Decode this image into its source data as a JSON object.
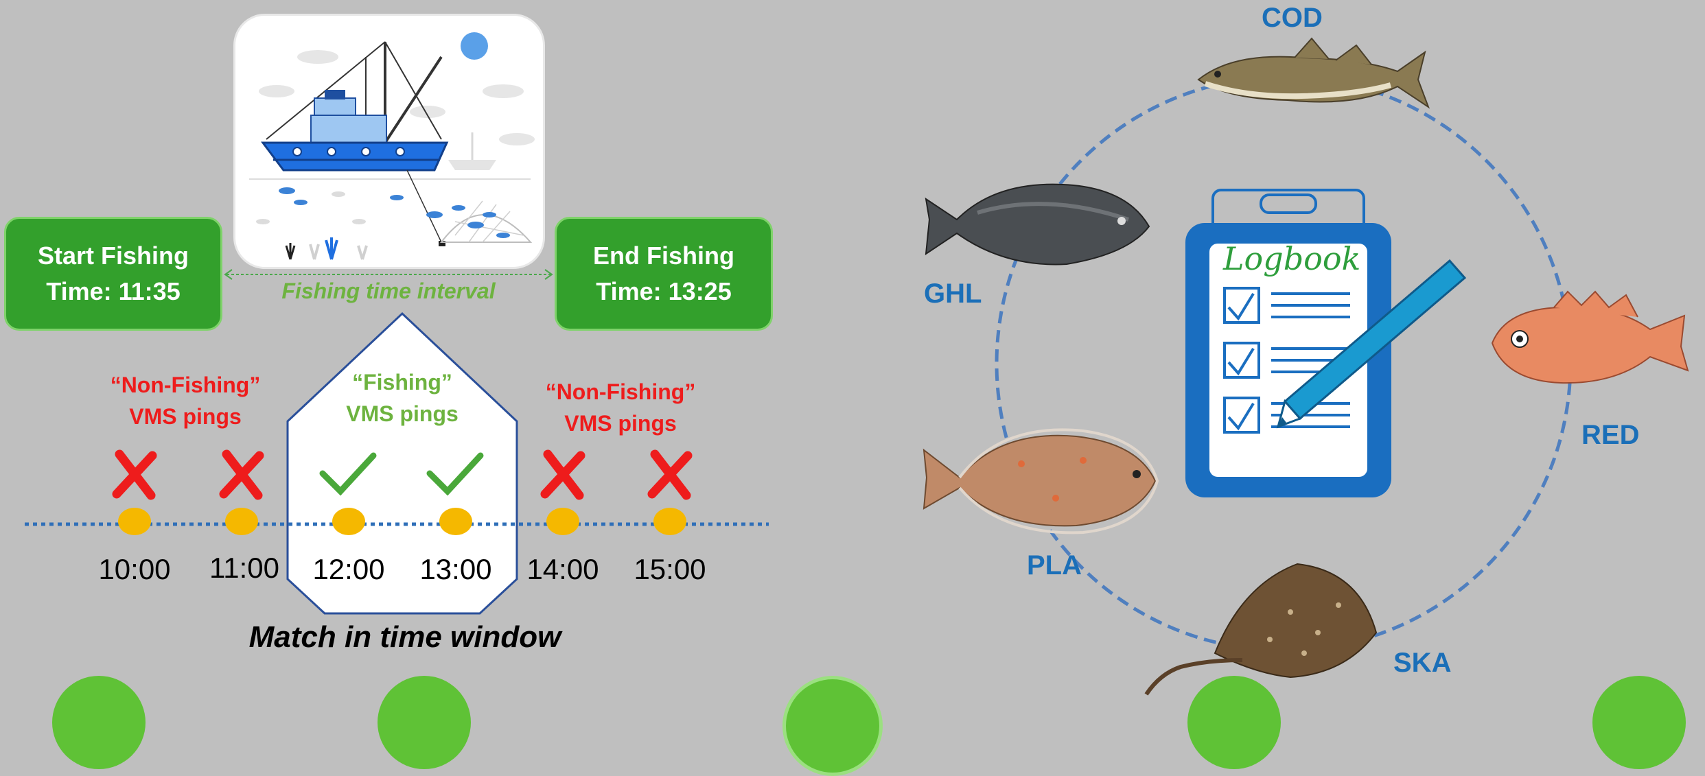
{
  "left_panel": {
    "start_box": {
      "line1": "Start Fishing",
      "line2": "Time: 11:35"
    },
    "end_box": {
      "line1": "End Fishing",
      "line2": "Time: 13:25"
    },
    "interval_label": "Fishing time interval",
    "nonfishing_left": {
      "line1": "“Non-Fishing”",
      "line2": "VMS pings"
    },
    "fishing": {
      "line1": "“Fishing”",
      "line2": "VMS pings"
    },
    "nonfishing_right": {
      "line1": "“Non-Fishing”",
      "line2": "VMS pings"
    },
    "times": [
      "10:00",
      "11:00",
      "12:00",
      "13:00",
      "14:00",
      "15:00"
    ],
    "ping_status": [
      "non-fishing",
      "non-fishing",
      "fishing",
      "fishing",
      "non-fishing",
      "non-fishing"
    ],
    "caption": "Match in time window"
  },
  "right_panel": {
    "logbook_title": "Logbook",
    "species": [
      "COD",
      "GHL",
      "RED",
      "PLA",
      "SKA"
    ]
  },
  "colors": {
    "background": "#bfbfbf",
    "green_box": "#33a02c",
    "red": "#ee1c1c",
    "green_text": "#6db33f",
    "blue": "#1b6fb8",
    "ping": "#f5b800"
  }
}
